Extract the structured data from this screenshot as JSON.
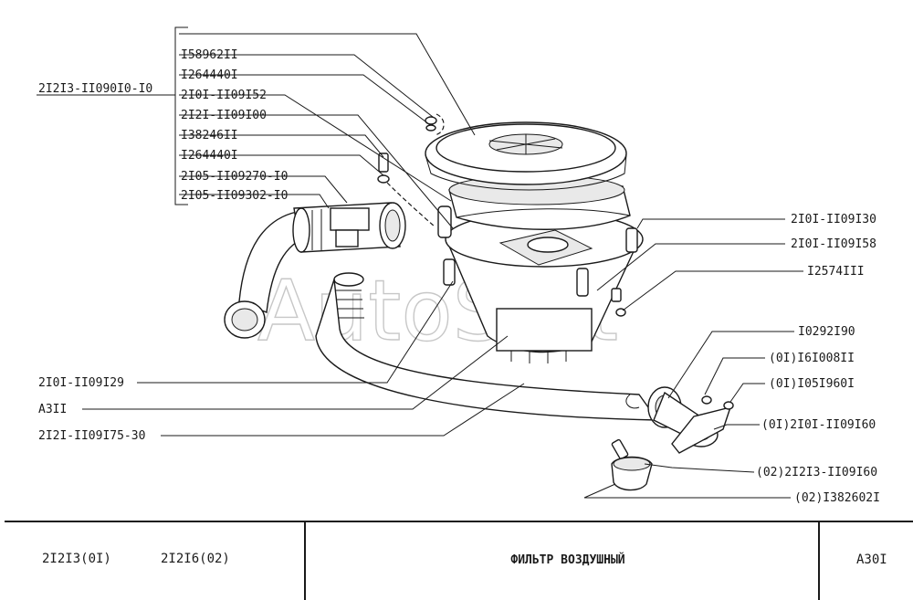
{
  "assembly_label": "2I2I3-II090I0-I0",
  "left_group": [
    "I58962II",
    "I264440I",
    "2I0I-II09I52",
    "2I2I-II09I00",
    "I38246II",
    "I264440I",
    "2I05-II09270-I0",
    "2I05-II09302-I0"
  ],
  "left_lower": [
    "2I0I-II09I29",
    "A3II",
    "2I2I-II09I75-30"
  ],
  "right_labels": [
    "2I0I-II09I30",
    "2I0I-II09I58",
    "I2574III",
    "I0292I90",
    "(0I)I6I008II",
    "(0I)I05I960I",
    "(0I)2I0I-II09I60",
    "(02)2I2I3-II09I60",
    "(02)I382602I"
  ],
  "watermark": "AutoSoft",
  "title_block": {
    "model_1": "2I2I3(0I)",
    "model_2": "2I2I6(02)",
    "title": "ФИЛЬТР  ВОЗДУШНЫЙ",
    "code": "A30I"
  }
}
